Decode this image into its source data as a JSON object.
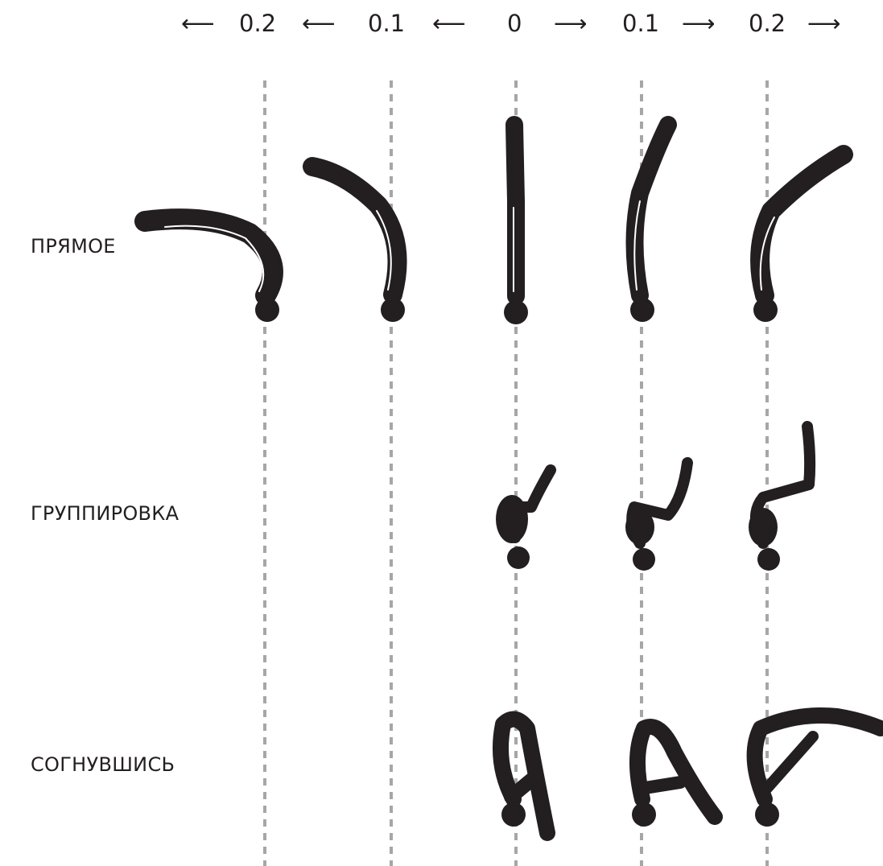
{
  "scale": {
    "items": [
      {
        "kind": "arrow-left"
      },
      {
        "kind": "value",
        "text": "0.2"
      },
      {
        "kind": "arrow-left"
      },
      {
        "kind": "value",
        "text": "0.1"
      },
      {
        "kind": "arrow-left"
      },
      {
        "kind": "value",
        "text": "0"
      },
      {
        "kind": "arrow-right"
      },
      {
        "kind": "value",
        "text": "0.1"
      },
      {
        "kind": "arrow-right"
      },
      {
        "kind": "value",
        "text": "0.2"
      },
      {
        "kind": "arrow-right"
      }
    ]
  },
  "rows": {
    "straight": "ПРЯМОЕ",
    "tuck": "ГРУППИРОВКА",
    "pike": "СОГНУВШИСЬ"
  },
  "colors": {
    "silhouette": "#231f20",
    "guide_line": "#a6a6a6",
    "text": "#231f20"
  }
}
